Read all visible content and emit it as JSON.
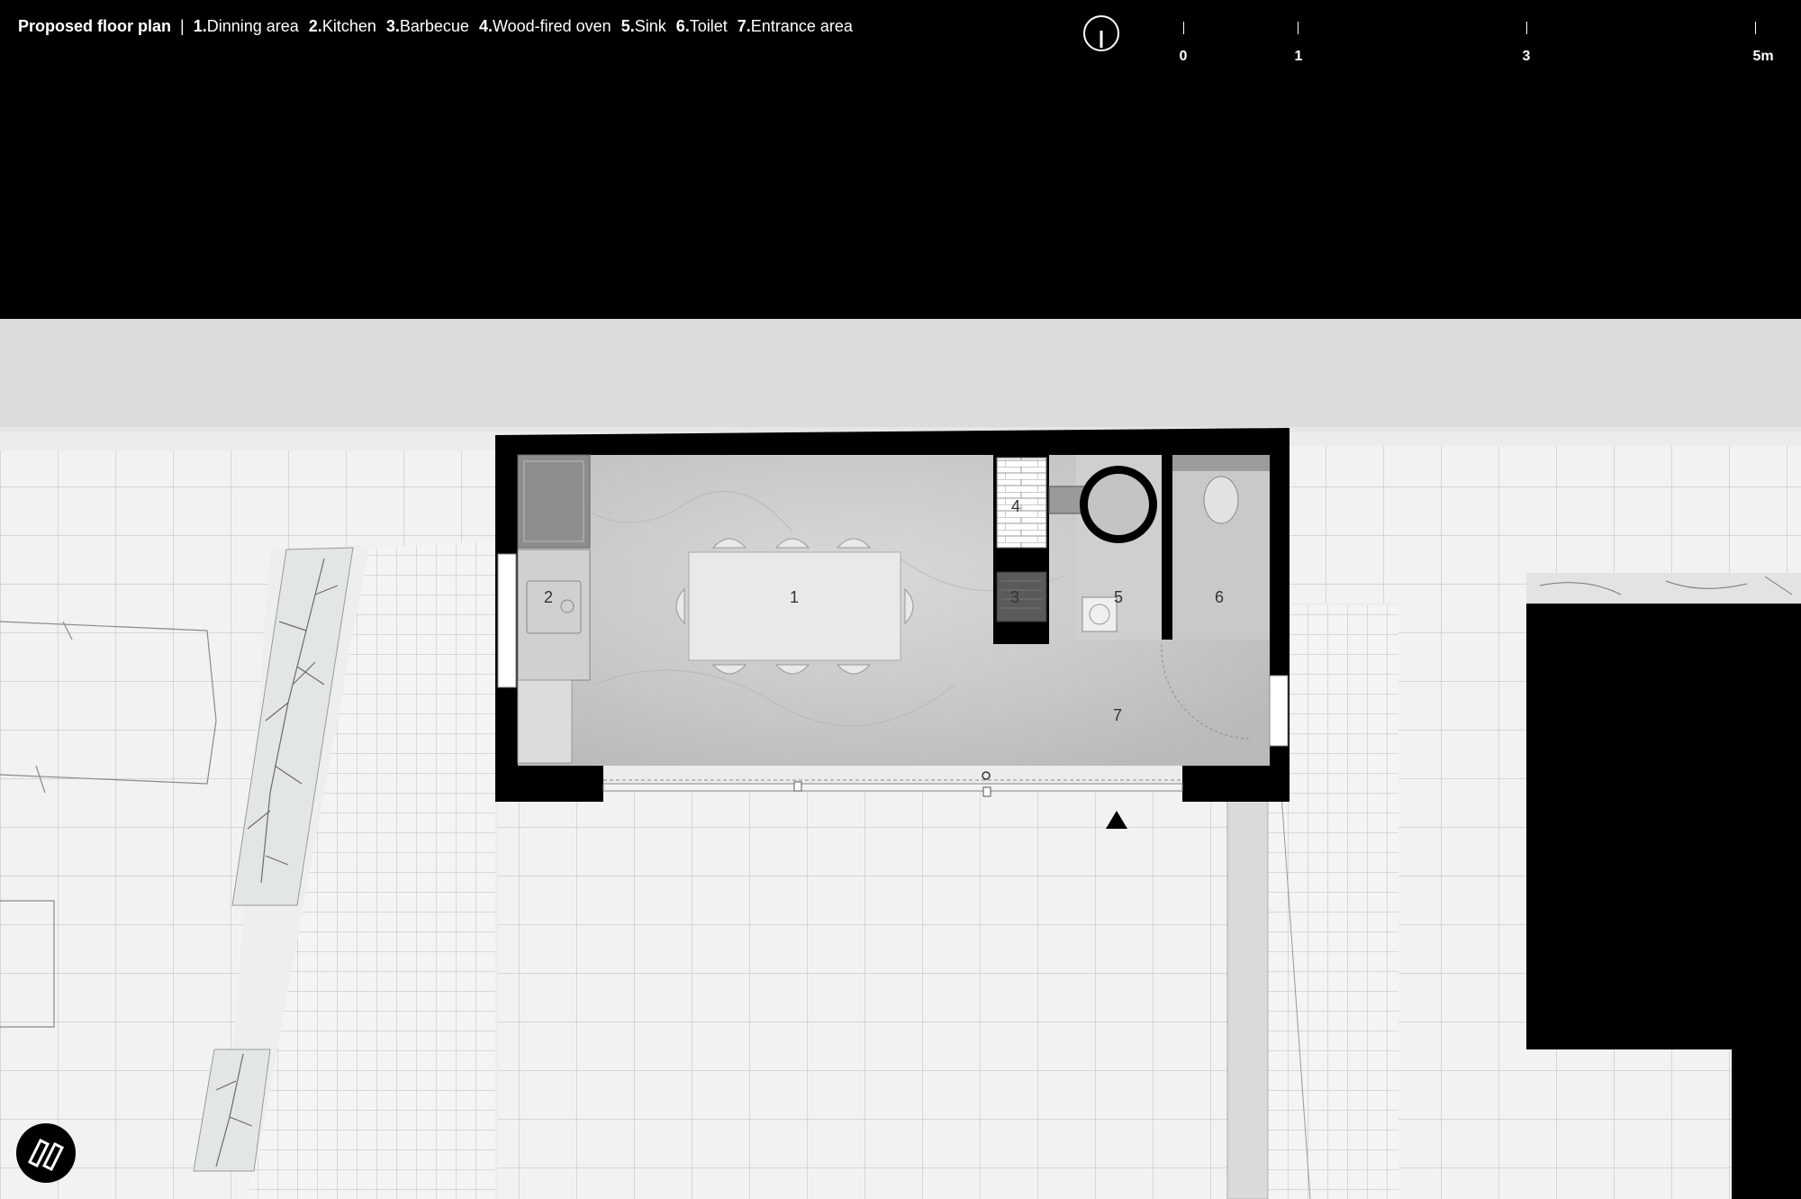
{
  "caption": {
    "title": "Proposed floor plan",
    "separator": "|",
    "legend": [
      {
        "num": "1.",
        "label": "Dinning area"
      },
      {
        "num": "2.",
        "label": "Kitchen"
      },
      {
        "num": "3.",
        "label": "Barbecue"
      },
      {
        "num": "4.",
        "label": "Wood-fired oven"
      },
      {
        "num": "5.",
        "label": "Sink"
      },
      {
        "num": "6.",
        "label": "Toilet"
      },
      {
        "num": "7.",
        "label": "Entrance area"
      }
    ]
  },
  "scale": {
    "ticks": [
      "0",
      "1",
      "3",
      "5m"
    ]
  },
  "rooms": {
    "r1": "1",
    "r2": "2",
    "r3": "3",
    "r4": "4",
    "r5": "5",
    "r6": "6",
    "r7": "7"
  },
  "icons": {
    "north": "north-arrow-icon",
    "entrance": "entrance-triangle-icon",
    "logo": "studio-logo-icon"
  }
}
